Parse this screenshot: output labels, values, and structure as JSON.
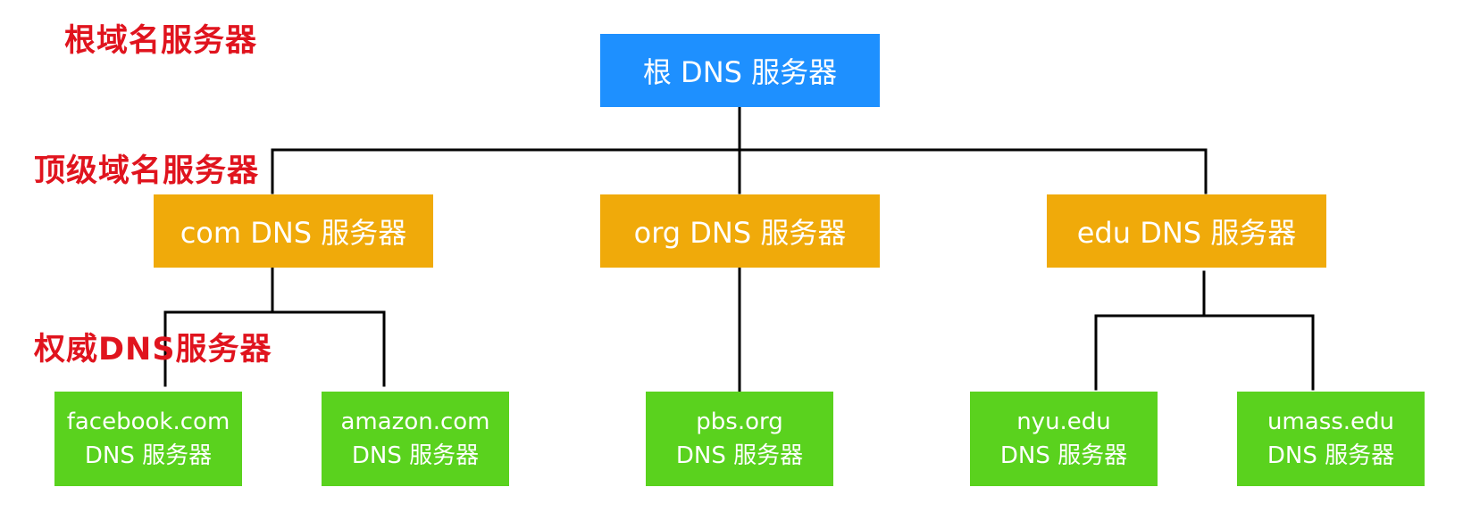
{
  "colors": {
    "root": "#1e90ff",
    "tld": "#f0aa0a",
    "auth": "#5ad21e",
    "label": "#e0141e",
    "line": "#000000"
  },
  "levels": {
    "root": "根域名服务器",
    "tld": "顶级域名服务器",
    "auth": "权威DNS服务器"
  },
  "root": {
    "label": "根 DNS 服务器"
  },
  "tld": [
    {
      "label": "com DNS 服务器"
    },
    {
      "label": "org DNS 服务器"
    },
    {
      "label": "edu DNS 服务器"
    }
  ],
  "auth": [
    {
      "line1": "facebook.com",
      "line2": "DNS 服务器"
    },
    {
      "line1": "amazon.com",
      "line2": "DNS 服务器"
    },
    {
      "line1": "pbs.org",
      "line2": "DNS 服务器"
    },
    {
      "line1": "nyu.edu",
      "line2": "DNS 服务器"
    },
    {
      "line1": "umass.edu",
      "line2": "DNS 服务器"
    }
  ]
}
